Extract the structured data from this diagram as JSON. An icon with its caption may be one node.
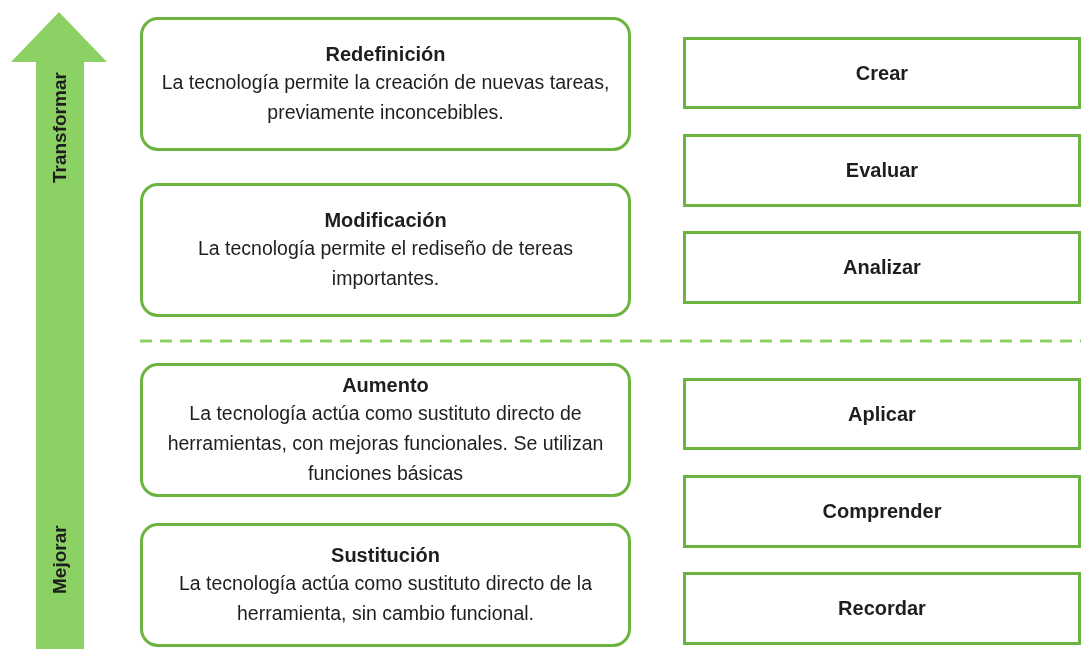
{
  "diagram": {
    "nodes": [
      {
        "text": [
          "Redefinición",
          "La tecnología permite la creación de nuevas tareas, previamente inconcebibles."
        ]
      },
      {
        "text": [
          "Modificación",
          "La tecnología permite el rediseño de tereas importantes."
        ]
      },
      {
        "text": [
          "Aumento",
          "La tecnología actúa como sustituto directo de herramientas, con mejoras funcionales. Se utilizan funciones básicas"
        ]
      },
      {
        "text": [
          "Sustitución",
          "La tecnología actúa como sustituto directo de la herramienta, sin cambio funcional."
        ]
      },
      {
        "text": [
          "Crear"
        ]
      },
      {
        "text": [
          "Evaluar"
        ]
      },
      {
        "text": [
          "Analizar"
        ]
      },
      {
        "text": [
          "Aplicar"
        ]
      },
      {
        "text": [
          "Comprender"
        ]
      },
      {
        "text": [
          "Recordar"
        ]
      }
    ],
    "labels": [
      "Transformar",
      "Mejorar"
    ]
  }
}
